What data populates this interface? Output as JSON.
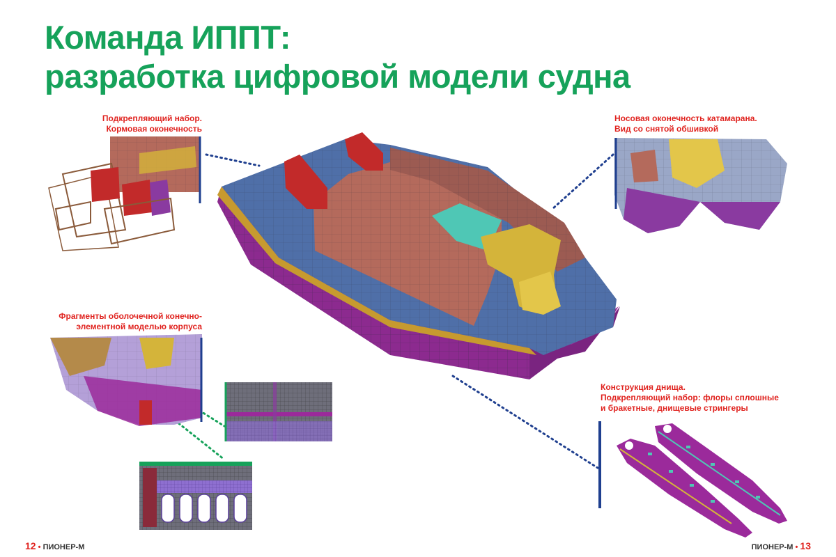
{
  "title": {
    "line1": "Команда ИППТ:",
    "line2": "разработка цифровой модели судна"
  },
  "captions": {
    "stern": [
      "Подкрепляющий набор.",
      "Кормовая оконечность"
    ],
    "bow": [
      "Носовая оконечность катамарана.",
      "Вид со снятой обшивкой"
    ],
    "shell": [
      "Фрагменты оболочечной конечно-",
      "элементной моделью корпуса"
    ],
    "bottom": [
      "Конструкция днища.",
      "Подкрепляющий набор: флоры сплошные",
      "и бракетные, днищевые стрингеры"
    ]
  },
  "footer": {
    "left_page": "12",
    "left_journal": "ПИОНЕР-М",
    "right_journal": "ПИОНЕР-М",
    "right_page": "13"
  },
  "colors": {
    "title_green": "#16a25a",
    "caption_red": "#e0231f",
    "hull_magenta": "#9b2a9b",
    "deck_blue": "#4f6fa8",
    "superstructure": "#b46a5c",
    "accent_yellow": "#d4b43a",
    "teal": "#4fc7b5",
    "dotted_blue": "#1f3f8f"
  }
}
